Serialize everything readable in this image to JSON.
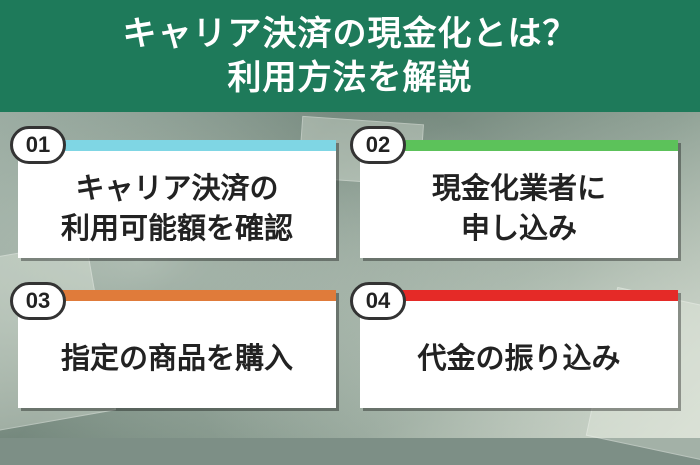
{
  "header": {
    "title_line1": "キャリア決済の現金化とは？",
    "title_line2": "利用方法を解説"
  },
  "steps": [
    {
      "number": "01",
      "lines": [
        "キャリア決済の",
        "利用可能額を確認"
      ],
      "accent": "#7fd6e4"
    },
    {
      "number": "02",
      "lines": [
        "現金化業者に",
        "申し込み"
      ],
      "accent": "#5cc25a"
    },
    {
      "number": "03",
      "lines": [
        "指定の商品を購入"
      ],
      "accent": "#e07b3a"
    },
    {
      "number": "04",
      "lines": [
        "代金の振り込み"
      ],
      "accent": "#e52a27"
    }
  ],
  "colors": {
    "banner": "#1e7a5a"
  }
}
